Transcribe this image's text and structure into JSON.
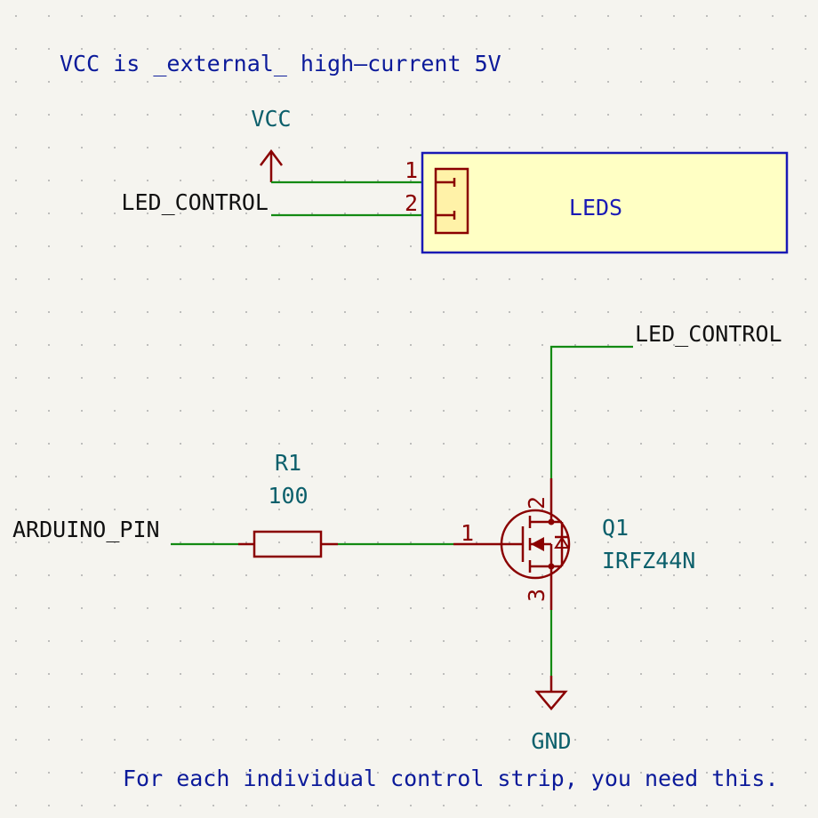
{
  "notes": {
    "top": "VCC is _external_ high—current 5V",
    "bottom": "For each individual control strip, you need this."
  },
  "power": {
    "vcc": "VCC",
    "gnd": "GND"
  },
  "net_labels": {
    "led_control_left": "LED_CONTROL",
    "led_control_right": "LED_CONTROL",
    "arduino_pin": "ARDUINO_PIN"
  },
  "connector": {
    "title": "LEDS",
    "pin1": "1",
    "pin2": "2"
  },
  "resistor": {
    "ref": "R1",
    "value": "100"
  },
  "mosfet": {
    "ref": "Q1",
    "value": "IRFZ44N",
    "pin_gate": "1",
    "pin_drain": "2",
    "pin_source": "3"
  },
  "colors": {
    "wire": "#138a13",
    "symbol": "#8a0000",
    "note": "#0b1a9a",
    "power": "#0b5f6b",
    "connector_fill": "#ffffc4",
    "connector_border": "#1a1ab5"
  }
}
